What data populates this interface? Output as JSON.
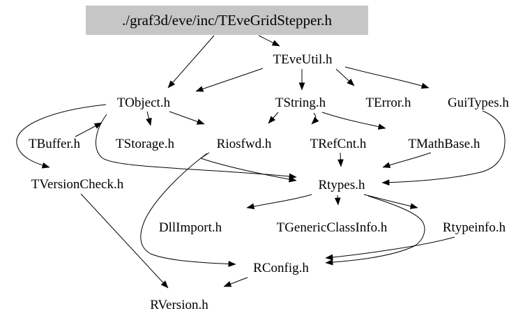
{
  "diagram": {
    "kind": "include-dependency-graph",
    "colors": {
      "background": "#ffffff",
      "root_fill": "#c6c6c6",
      "edge": "#000000",
      "text": "#000000"
    },
    "nodes": [
      {
        "id": "stepper",
        "label": "./graf3d/eve/inc/TEveGridStepper.h"
      },
      {
        "id": "teveutil",
        "label": "TEveUtil.h"
      },
      {
        "id": "tobject",
        "label": "TObject.h"
      },
      {
        "id": "tstring",
        "label": "TString.h"
      },
      {
        "id": "terror",
        "label": "TError.h"
      },
      {
        "id": "guitypes",
        "label": "GuiTypes.h"
      },
      {
        "id": "tbuffer",
        "label": "TBuffer.h"
      },
      {
        "id": "tstorage",
        "label": "TStorage.h"
      },
      {
        "id": "riosfwd",
        "label": "Riosfwd.h"
      },
      {
        "id": "trefcnt",
        "label": "TRefCnt.h"
      },
      {
        "id": "tmathbase",
        "label": "TMathBase.h"
      },
      {
        "id": "tversioncheck",
        "label": "TVersionCheck.h"
      },
      {
        "id": "rtypes",
        "label": "Rtypes.h"
      },
      {
        "id": "dllimport",
        "label": "DllImport.h"
      },
      {
        "id": "tgenericclassinfo",
        "label": "TGenericClassInfo.h"
      },
      {
        "id": "rtypeinfo",
        "label": "Rtypeinfo.h"
      },
      {
        "id": "rconfig",
        "label": "RConfig.h"
      },
      {
        "id": "rversion",
        "label": "RVersion.h"
      }
    ],
    "edges": [
      {
        "from": "stepper",
        "to": "tobject"
      },
      {
        "from": "stepper",
        "to": "teveutil"
      },
      {
        "from": "teveutil",
        "to": "tobject"
      },
      {
        "from": "teveutil",
        "to": "tstring"
      },
      {
        "from": "teveutil",
        "to": "terror"
      },
      {
        "from": "teveutil",
        "to": "guitypes"
      },
      {
        "from": "tobject",
        "to": "tstorage"
      },
      {
        "from": "tobject",
        "to": "riosfwd"
      },
      {
        "from": "tobject",
        "to": "tversioncheck"
      },
      {
        "from": "tobject",
        "to": "rtypes"
      },
      {
        "from": "tbuffer",
        "to": "tobject"
      },
      {
        "from": "riosfwd",
        "to": "rtypes"
      },
      {
        "from": "tstring",
        "to": "riosfwd"
      },
      {
        "from": "tstring",
        "to": "trefcnt"
      },
      {
        "from": "tstring",
        "to": "tmathbase"
      },
      {
        "from": "trefcnt",
        "to": "rtypes"
      },
      {
        "from": "tmathbase",
        "to": "rtypes"
      },
      {
        "from": "guitypes",
        "to": "rtypes"
      },
      {
        "from": "rtypes",
        "to": "dllimport"
      },
      {
        "from": "rtypes",
        "to": "tgenericclassinfo"
      },
      {
        "from": "rtypes",
        "to": "rtypeinfo"
      },
      {
        "from": "rtypes",
        "to": "rconfig"
      },
      {
        "from": "rtypeinfo",
        "to": "rconfig"
      },
      {
        "from": "riosfwd",
        "to": "rconfig"
      },
      {
        "from": "rconfig",
        "to": "rversion"
      },
      {
        "from": "tversioncheck",
        "to": "rversion"
      }
    ]
  }
}
